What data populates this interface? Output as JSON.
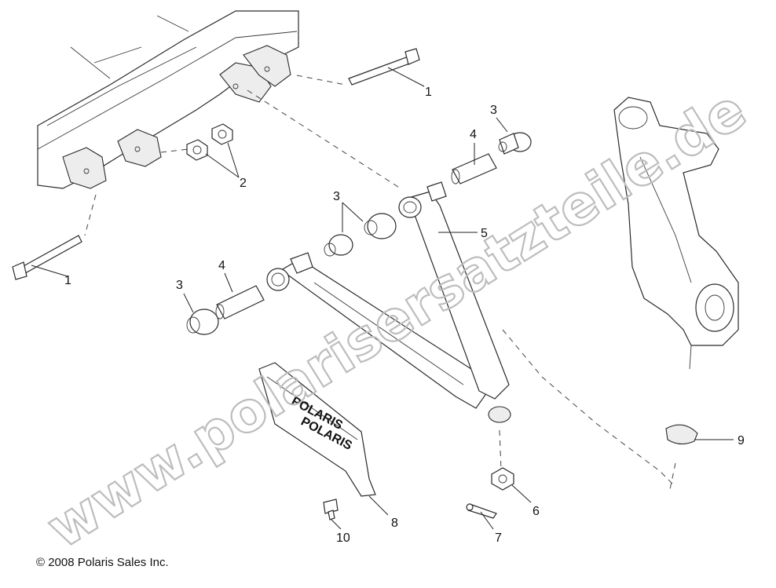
{
  "diagram": {
    "callouts": [
      {
        "id": "1a",
        "text": "1"
      },
      {
        "id": "1b",
        "text": "1"
      },
      {
        "id": "2",
        "text": "2"
      },
      {
        "id": "3a",
        "text": "3"
      },
      {
        "id": "3b",
        "text": "3"
      },
      {
        "id": "3c",
        "text": "3"
      },
      {
        "id": "4a",
        "text": "4"
      },
      {
        "id": "4b",
        "text": "4"
      },
      {
        "id": "5",
        "text": "5"
      },
      {
        "id": "6",
        "text": "6"
      },
      {
        "id": "7",
        "text": "7"
      },
      {
        "id": "8",
        "text": "8"
      },
      {
        "id": "9",
        "text": "9"
      },
      {
        "id": "10",
        "text": "10"
      }
    ],
    "guard_logo_text": "POLARIS",
    "watermark": "www.polarisersatzteile.de",
    "copyright": "© 2008 Polaris Sales Inc."
  }
}
